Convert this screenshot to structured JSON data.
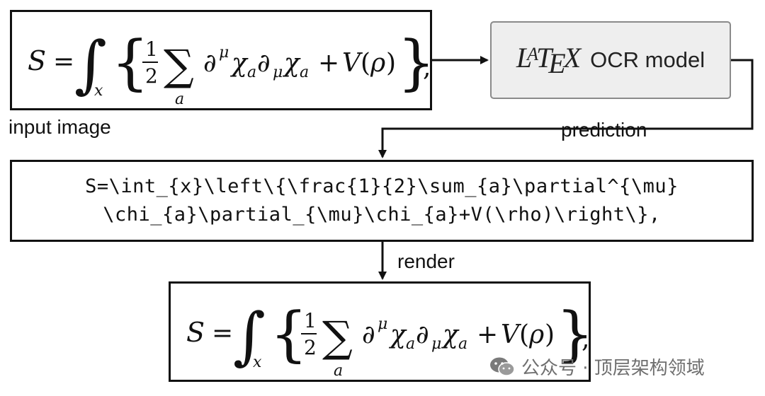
{
  "input_box": {
    "formula_lhs": "S",
    "formula_trailer": ","
  },
  "model_box": {
    "logo_text": "LATEX",
    "label": "OCR model"
  },
  "labels": {
    "input_caption": "input image",
    "prediction": "prediction",
    "render": "render"
  },
  "latex_code": {
    "line1": "S=\\int_{x}\\left\\{\\frac{1}{2}\\sum_{a}\\partial^{\\mu}",
    "line2": "\\chi_{a}\\partial_{\\mu}\\chi_{a}+V(\\rho)\\right\\},"
  },
  "watermark": {
    "text": "公众号 · 顶层架构领域"
  },
  "colors": {
    "stroke": "#111111",
    "model_fill": "#eeeeee",
    "model_border": "#8a8a8a"
  }
}
